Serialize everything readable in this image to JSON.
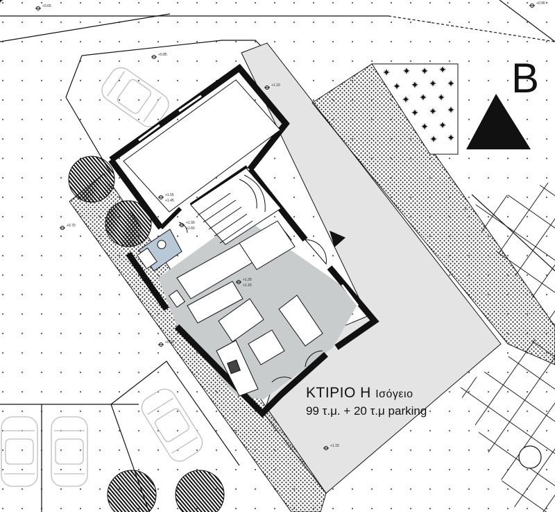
{
  "building": {
    "title_main": "ΚΤΙΡΙΟ Η",
    "title_floor": "Ισόγειο",
    "area_text": "99 τ.μ. + 20 τ.μ parking"
  },
  "north_marker": {
    "letter": "B"
  },
  "elevations": [
    {
      "id": "e1",
      "text": "+0.65"
    },
    {
      "id": "e2",
      "text": "+0.95"
    },
    {
      "id": "e3",
      "text": "+0.85"
    },
    {
      "id": "e4",
      "text": "+1.10"
    },
    {
      "id": "e5",
      "text": "+1.55"
    },
    {
      "id": "e6",
      "text": "+1.45"
    },
    {
      "id": "e7",
      "text": "+1.90"
    },
    {
      "id": "e8",
      "text": "+1.60"
    },
    {
      "id": "e9",
      "text": "+0.70"
    },
    {
      "id": "e10",
      "text": "+1.25"
    },
    {
      "id": "e11",
      "text": "+1.15"
    },
    {
      "id": "e12",
      "text": "+0.75"
    },
    {
      "id": "e13",
      "text": "+1.15"
    }
  ],
  "colors": {
    "wall": "#111111",
    "interior": "#c9cccd",
    "paving": "#e4e4e4",
    "wet_room": "#b8c8d6",
    "car_outline": "#bdbdbd"
  }
}
